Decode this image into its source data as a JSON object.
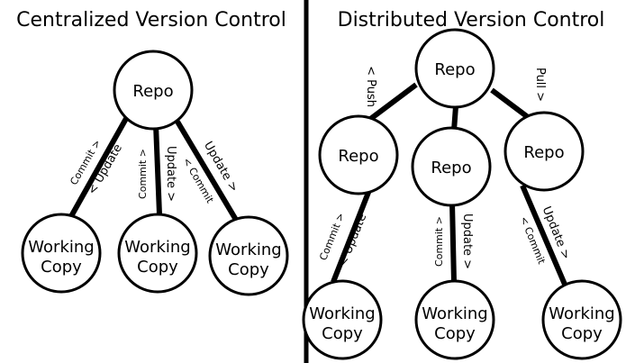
{
  "left": {
    "title": "Centralized Version Control",
    "repo": "Repo",
    "working_copy": [
      "Working",
      "Copy"
    ],
    "labels": {
      "e1_commit": "Commit >",
      "e1_update": "< Update",
      "e2_commit": "Commit >",
      "e2_update": "Update >",
      "e3_commit": "< Commit",
      "e3_update": "Update >"
    }
  },
  "right": {
    "title": "Distributed Version Control",
    "repo": "Repo",
    "working_copy": [
      "Working",
      "Copy"
    ],
    "labels": {
      "push": "< Push",
      "pull": "Pull >",
      "e1_commit": "Commit >",
      "e1_update": "< Update",
      "e2_commit": "Commit >",
      "e2_update": "Update >",
      "e3_commit": "< Commit",
      "e3_update": "Update >"
    }
  },
  "colors": {
    "stroke": "#000000",
    "background": "#ffffff"
  }
}
